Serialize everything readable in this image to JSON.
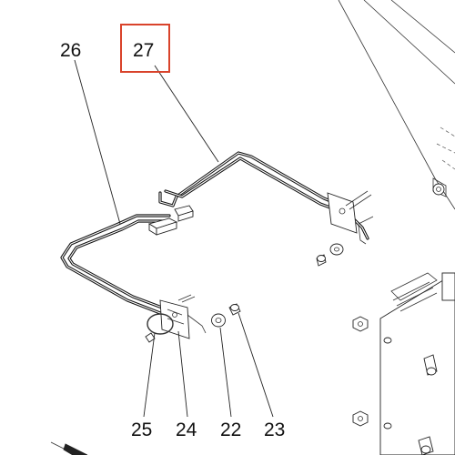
{
  "diagram": {
    "callouts": [
      {
        "id": "26",
        "text": "26"
      },
      {
        "id": "27",
        "text": "27",
        "highlighted": true
      },
      {
        "id": "25",
        "text": "25"
      },
      {
        "id": "24",
        "text": "24"
      },
      {
        "id": "22",
        "text": "22"
      },
      {
        "id": "23",
        "text": "23"
      }
    ],
    "highlight_color": "#d9432b",
    "line_color": "#111111"
  }
}
